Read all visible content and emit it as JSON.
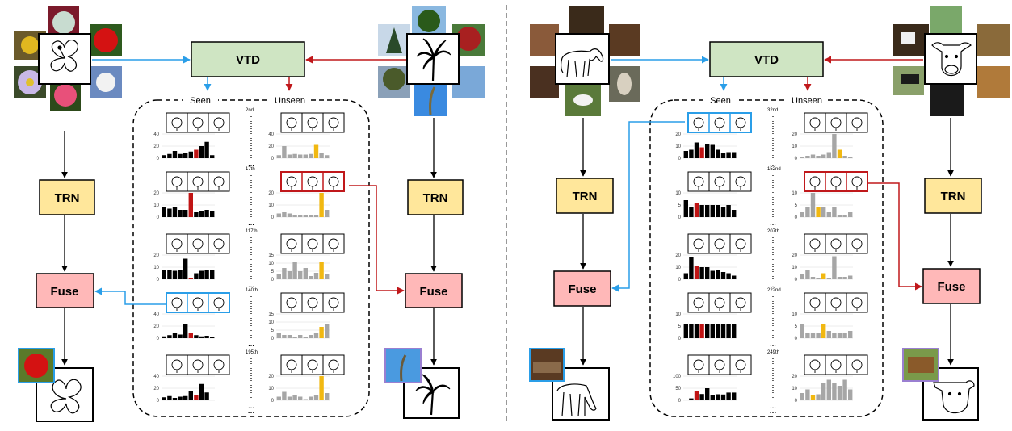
{
  "colors": {
    "vtd_fill": "#cfe5c3",
    "trn_fill": "#ffe79b",
    "fuse_fill": "#ffb8b8",
    "seen_arrow": "#2a9ee8",
    "unseen_arrow": "#c0181b",
    "seen_highlight": "#c01414",
    "unseen_highlight": "#f1b811",
    "seen_bar": "#000000",
    "unseen_bar": "#a6a6a6",
    "photo_border": "#2a9ee8",
    "retrieved_border": "#9a7fd1"
  },
  "panels": [
    {
      "vtd_label": "VTD",
      "trn_label": "TRN",
      "fuse_label": "Fuse",
      "seen_label": "Seen",
      "unseen_label": "Unseen",
      "seen_query_icon": "hibiscus-sketch-icon",
      "unseen_query_icon": "palm-tree-sketch-icon",
      "rows": [
        {
          "rank": "2nd",
          "seen_yticks": [
            "40",
            "20",
            "0"
          ],
          "unseen_yticks": [
            "40",
            "20",
            "0"
          ],
          "seen_values": [
            5,
            7,
            12,
            7,
            9,
            11,
            14,
            20,
            27,
            5
          ],
          "seen_hl": 6,
          "unseen_values": [
            5,
            20,
            6,
            7,
            6,
            6,
            7,
            22,
            9,
            5
          ],
          "unseen_hl": 7
        },
        {
          "rank": "17th",
          "seen_yticks": [
            "20",
            "10",
            "0"
          ],
          "unseen_yticks": [
            "20",
            "10",
            "0"
          ],
          "seen_values": [
            8,
            7,
            8,
            6,
            6,
            25,
            4,
            5,
            6,
            5
          ],
          "seen_hl": 5,
          "unseen_values": [
            3,
            4,
            3,
            2,
            2,
            2,
            2,
            2,
            21,
            6
          ],
          "unseen_hl": 8
        },
        {
          "rank": "117th",
          "seen_yticks": [
            "20",
            "10",
            "0"
          ],
          "unseen_yticks": [
            "15",
            "10",
            "5",
            "0"
          ],
          "seen_values": [
            8,
            8,
            7,
            8,
            17,
            1,
            5,
            7,
            8,
            8
          ],
          "seen_hl": 5,
          "unseen_values": [
            3,
            7,
            5,
            11,
            5,
            7,
            2,
            4,
            11,
            3
          ],
          "unseen_hl": 8
        },
        {
          "rank": "140th",
          "seen_yticks": [
            "40",
            "20",
            "0"
          ],
          "unseen_yticks": [
            "15",
            "10",
            "5",
            "0"
          ],
          "seen_values": [
            3,
            5,
            8,
            6,
            24,
            9,
            5,
            3,
            4,
            2
          ],
          "seen_hl": 5,
          "unseen_values": [
            3,
            2,
            2,
            1,
            2,
            1,
            2,
            3,
            7,
            9
          ],
          "unseen_hl": 8
        },
        {
          "rank": "195th",
          "seen_yticks": [
            "40",
            "20",
            "0"
          ],
          "unseen_yticks": [
            "20",
            "10",
            "0"
          ],
          "seen_values": [
            5,
            7,
            4,
            6,
            7,
            15,
            9,
            27,
            13,
            0
          ],
          "seen_hl": 6,
          "unseen_values": [
            3,
            7,
            3,
            4,
            3,
            1,
            3,
            4,
            21,
            6
          ],
          "unseen_hl": 8
        }
      ]
    },
    {
      "vtd_label": "VTD",
      "trn_label": "TRN",
      "fuse_label": "Fuse",
      "seen_label": "Seen",
      "unseen_label": "Unseen",
      "seen_query_icon": "horse-sketch-icon",
      "unseen_query_icon": "cow-sketch-icon",
      "rows": [
        {
          "rank": "32nd",
          "seen_yticks": [
            "20",
            "10",
            "0"
          ],
          "unseen_yticks": [
            "20",
            "10",
            "0"
          ],
          "seen_values": [
            6,
            7,
            13,
            9,
            12,
            11,
            7,
            4,
            5,
            5
          ],
          "seen_hl": 3,
          "unseen_values": [
            1,
            2,
            3,
            2,
            3,
            5,
            21,
            7,
            2,
            1
          ],
          "unseen_hl": 7
        },
        {
          "rank": "152nd",
          "seen_yticks": [
            "10",
            "5",
            "0"
          ],
          "unseen_yticks": [
            "10",
            "5",
            "0"
          ],
          "seen_values": [
            7,
            4,
            6,
            5,
            5,
            5,
            5,
            4,
            5,
            3
          ],
          "seen_hl": 2,
          "unseen_values": [
            2,
            4,
            10,
            4,
            4,
            2,
            4,
            1,
            1,
            2
          ],
          "unseen_hl": 3
        },
        {
          "rank": "207th",
          "seen_yticks": [
            "20",
            "10",
            "0"
          ],
          "unseen_yticks": [
            "20",
            "10",
            "0"
          ],
          "seen_values": [
            5,
            18,
            11,
            10,
            10,
            7,
            8,
            6,
            5,
            3
          ],
          "seen_hl": 2,
          "unseen_values": [
            4,
            8,
            2,
            1,
            5,
            1,
            19,
            2,
            2,
            3
          ],
          "unseen_hl": 4
        },
        {
          "rank": "222nd",
          "seen_yticks": [
            "10",
            "5",
            "0"
          ],
          "unseen_yticks": [
            "10",
            "5",
            "0"
          ],
          "seen_values": [
            6,
            6,
            6,
            6,
            6,
            6,
            6,
            6,
            6,
            6
          ],
          "seen_hl": 3,
          "unseen_values": [
            6,
            2,
            2,
            2,
            6,
            3,
            2,
            2,
            2,
            3
          ],
          "unseen_hl": 4
        },
        {
          "rank": "249th",
          "seen_yticks": [
            "100",
            "50",
            "0"
          ],
          "unseen_yticks": [
            "20",
            "10",
            "0"
          ],
          "seen_values": [
            2,
            8,
            40,
            26,
            50,
            21,
            25,
            24,
            32,
            32
          ],
          "seen_hl": 2,
          "unseen_values": [
            6,
            9,
            4,
            5,
            14,
            17,
            14,
            12,
            17,
            9
          ],
          "unseen_hl": 2
        }
      ]
    }
  ]
}
